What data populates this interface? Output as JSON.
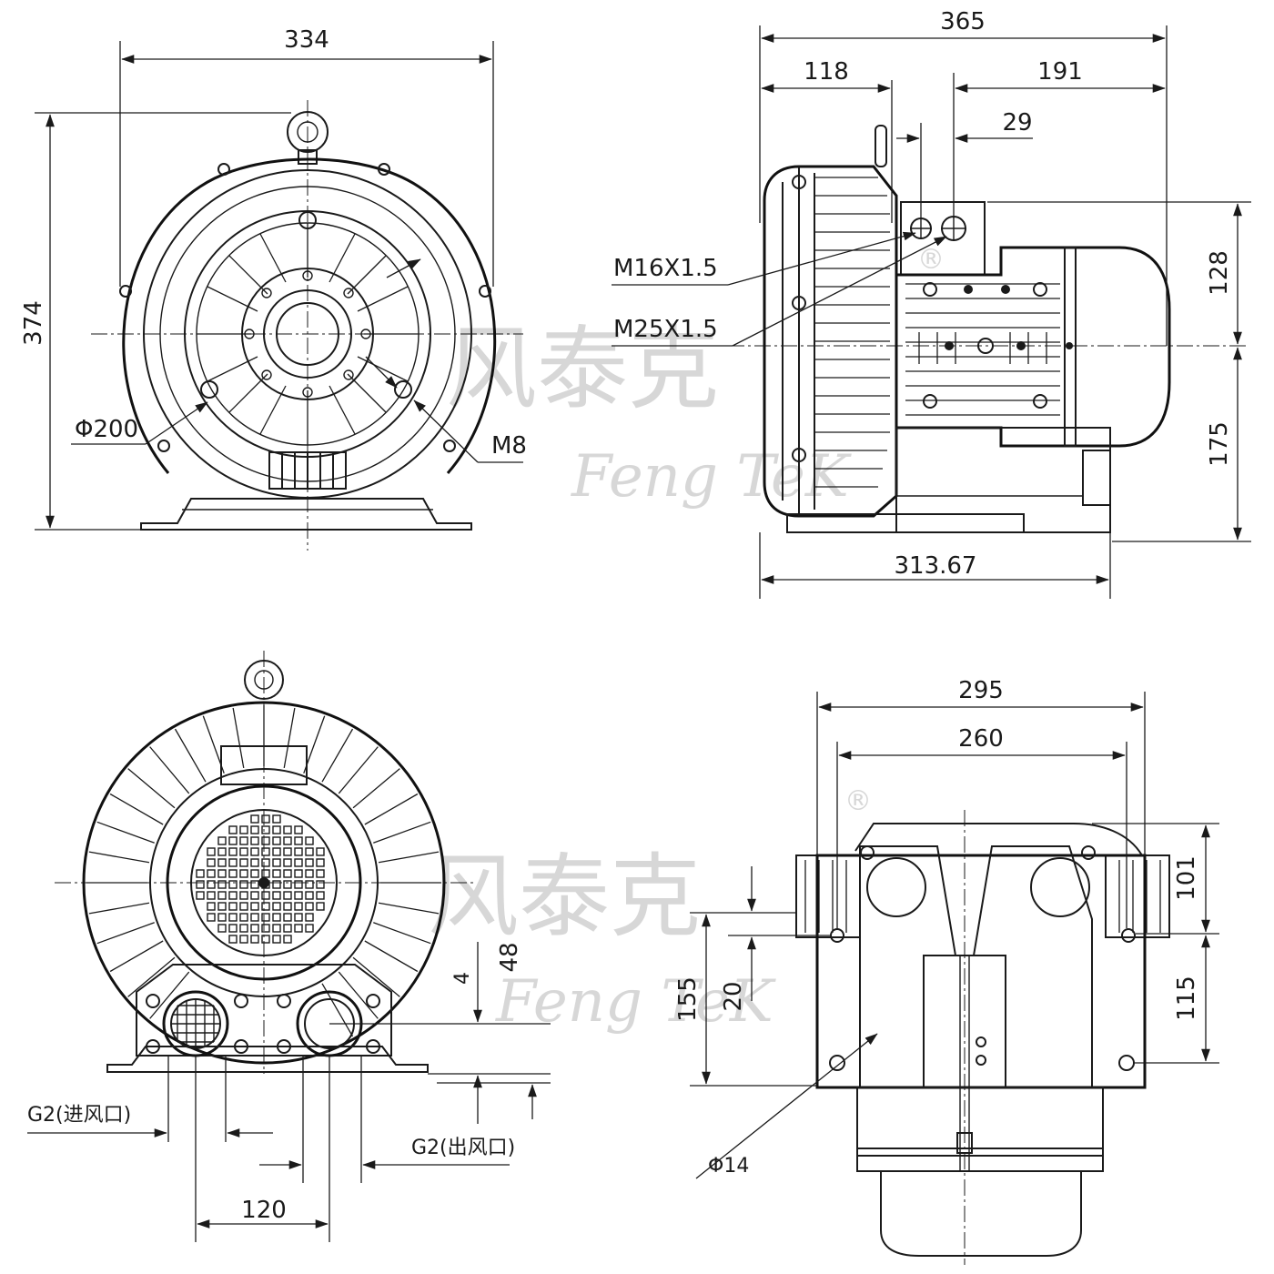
{
  "watermark": {
    "brand_cn": "风泰克",
    "brand_en": "Feng TeK",
    "registered": "®"
  },
  "views": {
    "front": {
      "width": "334",
      "height": "374",
      "flange_diameter": "Φ200",
      "bolt": "M8"
    },
    "side": {
      "overall_length": "365",
      "inlet_offset": "118",
      "motor_length": "191",
      "box_offset": "29",
      "cable_gland_small": "M16X1.5",
      "cable_gland_large": "M25X1.5",
      "upper_height": "128",
      "lower_height": "175",
      "base_length": "313.67"
    },
    "rear": {
      "inlet_label": "G2(进风口)",
      "outlet_label": "G2(出风口)",
      "port_spacing": "120",
      "port_height": "48",
      "foot_offset": "4"
    },
    "bottom": {
      "overall_width": "295",
      "inner_width": "260",
      "height_left": "155",
      "height_mid": "20",
      "height_right_top": "101",
      "height_right_bottom": "115",
      "hole_diameter": "Φ14"
    }
  }
}
